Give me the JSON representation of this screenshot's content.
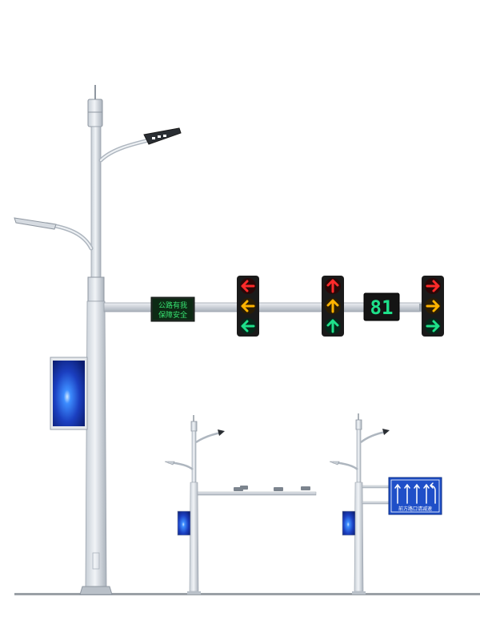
{
  "scene": {
    "description_free": true,
    "colors": {
      "background": "#ffffff",
      "pole": "#dfe4ea",
      "pole_shadow": "#b7bec7",
      "pole_dark": "#8f97a1",
      "signal_housing": "#1a1a1a",
      "red": "#ff2a2a",
      "amber": "#ffb300",
      "green": "#1ee08a",
      "led_green": "#37e070",
      "screen_blue": "#1d4fd8",
      "sign_blue": "#1f4fc8",
      "ground": "#9aa0a6"
    }
  },
  "main_pole": {
    "lane_sign": {
      "line1": "公路有我",
      "line2": "保障安全"
    },
    "countdown": {
      "digits": "81"
    },
    "signal_heads": [
      {
        "id": "left-turn",
        "icon": "left-arrow-icon",
        "lamps": [
          "red",
          "amber",
          "green"
        ]
      },
      {
        "id": "straight",
        "icon": "up-arrow-icon",
        "lamps": [
          "red",
          "amber",
          "green"
        ]
      },
      {
        "id": "right-turn",
        "icon": "right-arrow-icon",
        "lamps": [
          "red",
          "amber",
          "green"
        ]
      }
    ]
  },
  "small_pole_right": {
    "guide_sign": {
      "caption": "前方路口请减速"
    }
  }
}
